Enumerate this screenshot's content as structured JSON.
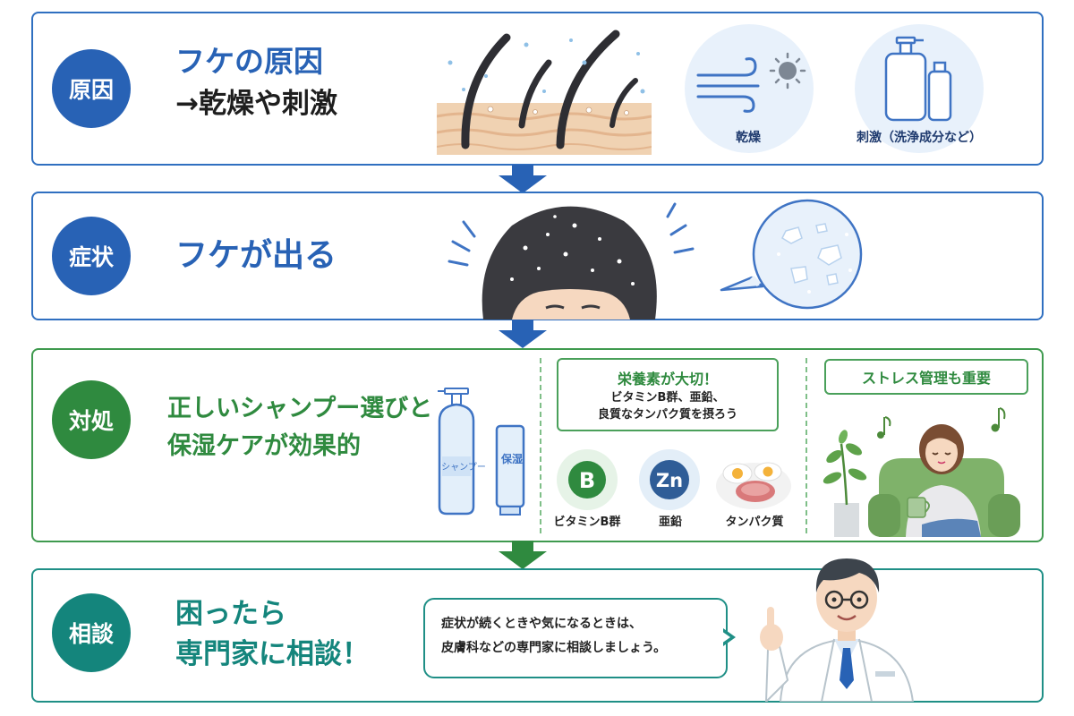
{
  "colors": {
    "blue": "#2862b5",
    "green": "#2f8a3f",
    "teal": "#14857c",
    "dark": "#1e1e1e"
  },
  "step1": {
    "badge": "原因",
    "title_line1": "フケの原因",
    "title_line2": "→乾燥や刺激",
    "label_dry": "乾燥",
    "label_irritation": "刺激（洗浄成分など）"
  },
  "step2": {
    "badge": "症状",
    "title": "フケが出る"
  },
  "step3": {
    "badge": "対処",
    "title_line1": "正しいシャンプー選びと",
    "title_line2": "保湿ケアが効果的",
    "shampoo_label": "シャンプー",
    "cream_label": "保湿",
    "nutrition_heading": "栄養素が大切！",
    "nutrition_line1": "ビタミンB群、亜鉛、",
    "nutrition_line2": "良質なタンパク質を摂ろう",
    "icon_b": "B",
    "icon_zn": "Zn",
    "label_vitamin": "ビタミンB群",
    "label_zinc": "亜鉛",
    "label_protein": "タンパク質",
    "stress_heading": "ストレス管理も重要"
  },
  "step4": {
    "badge": "相談",
    "title_line1": "困ったら",
    "title_line2": "専門家に相談！",
    "speech_line1": "症状が続くときや気になるときは、",
    "speech_line2": "皮膚科などの専門家に相談しましょう。"
  },
  "icons": [
    "hair-follicle-icon",
    "wind-icon",
    "sun-icon",
    "bottle-icon",
    "worried-head-icon",
    "flake-bubble-icon",
    "shampoo-bottle-icon",
    "cream-tube-icon",
    "vitamin-b-icon",
    "zinc-icon",
    "protein-food-icon",
    "relaxing-woman-icon",
    "music-note-icon",
    "plant-icon",
    "doctor-icon"
  ]
}
